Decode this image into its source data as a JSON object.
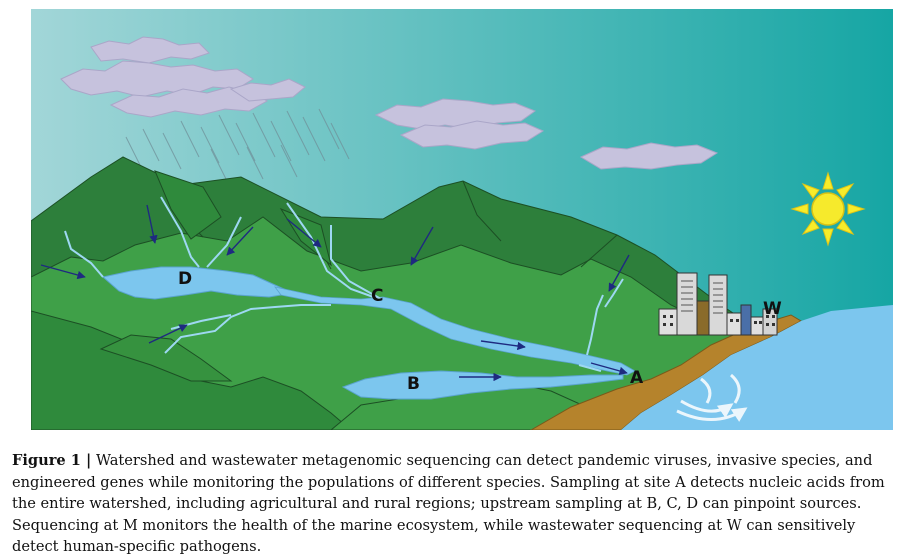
{
  "figure": {
    "site_labels": {
      "A": "A",
      "B": "B",
      "C": "C",
      "D": "D",
      "W": "W"
    },
    "colors": {
      "sky_left": "#9ed4d6",
      "sky_right": "#19a8a6",
      "mountain_dark": "#2c7c3a",
      "mountain_light": "#3f9f48",
      "water": "#7cc6ee",
      "shore": "#b5832c",
      "sun": "#f6e92a",
      "cloud": "#c7c3de",
      "arrow": "#1e2a80"
    }
  },
  "caption": {
    "label": "Figure 1 |",
    "text": " Watershed and wastewater metagenomic sequencing can detect pandemic viruses, invasive species, and engineered genes while monitoring the populations of different species. Sampling at site A detects nucleic acids from the entire watershed, including agricultural and rural regions; upstream sampling at B, C, D can pinpoint sources. Sequencing at M monitors the health of the marine ecosystem, while wastewater sequencing at W can sensitively detect human-specific pathogens."
  }
}
